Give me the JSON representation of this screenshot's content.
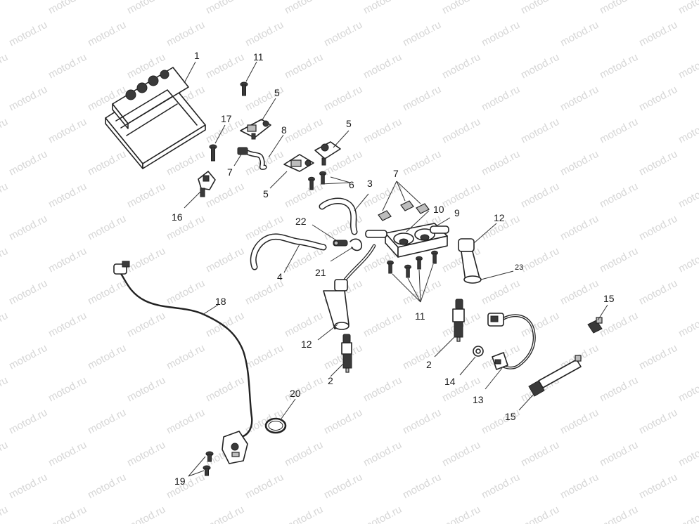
{
  "watermark": "motod.ru",
  "callouts": {
    "c1": "1",
    "c11_top": "11",
    "c5_a": "5",
    "c17": "17",
    "c8": "8",
    "c5_b": "5",
    "c7_left": "7",
    "c5_c": "5",
    "c6": "6",
    "c16": "16",
    "c3": "3",
    "c7_right": "7",
    "c10": "10",
    "c9": "9",
    "c12_top": "12",
    "c22": "22",
    "c23": "23",
    "c4": "4",
    "c21": "21",
    "c11_bottom": "11",
    "c18": "18",
    "c15_top": "15",
    "c12_bottom": "12",
    "c2_left": "2",
    "c2_right": "2",
    "c14": "14",
    "c13": "13",
    "c15_bottom": "15",
    "c20": "20",
    "c19": "19"
  }
}
